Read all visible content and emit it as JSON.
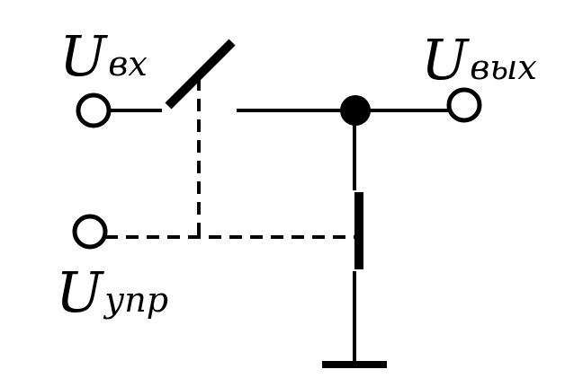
{
  "labels": {
    "input": {
      "main": "U",
      "sub": "вх"
    },
    "output": {
      "main": "U",
      "sub": "вых"
    },
    "control": {
      "main": "U",
      "sub": "упр"
    }
  },
  "colors": {
    "line": "#000000",
    "background": "#ffffff"
  }
}
